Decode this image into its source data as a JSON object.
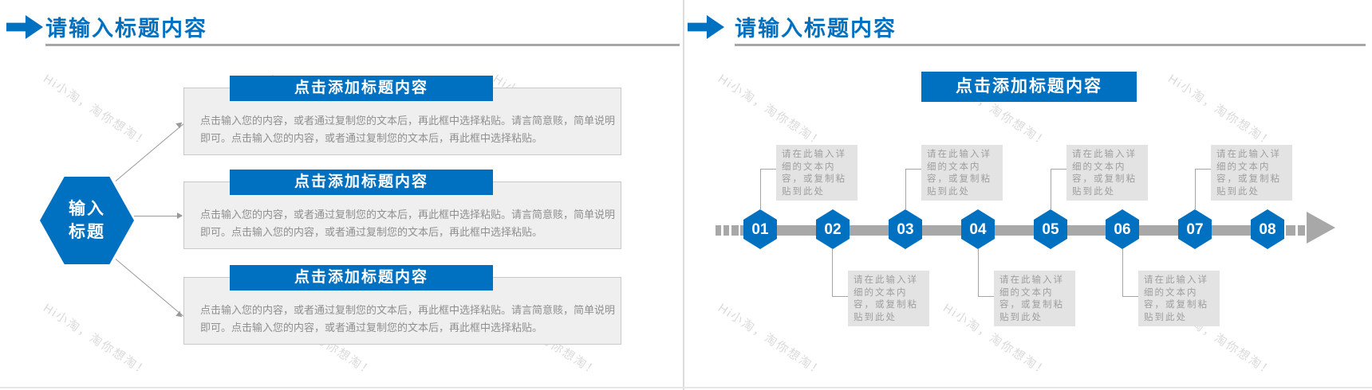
{
  "watermark": {
    "text": "Hi小淘，淘你想淘！"
  },
  "left_slide": {
    "title": "请输入标题内容",
    "hexagon": {
      "line1": "输入",
      "line2": "标题"
    },
    "cards": [
      {
        "header": "点击添加标题内容",
        "body": "点击输入您的内容，或者通过复制您的文本后，再此框中选择粘贴。请言简意赅，简单说明即可。点击输入您的内容，或者通过复制您的文本后，再此框中选择粘贴。"
      },
      {
        "header": "点击添加标题内容",
        "body": "点击输入您的内容，或者通过复制您的文本后，再此框中选择粘贴。请言简意赅，简单说明即可。点击输入您的内容，或者通过复制您的文本后，再此框中选择粘贴。"
      },
      {
        "header": "点击添加标题内容",
        "body": "点击输入您的内容，或者通过复制您的文本后，再此框中选择粘贴。请言简意赅，简单说明即可。点击输入您的内容，或者通过复制您的文本后，再此框中选择粘贴。"
      }
    ]
  },
  "right_slide": {
    "title": "请输入标题内容",
    "banner": "点击添加标题内容",
    "steps": [
      {
        "number": "01",
        "note": "请在此输入详细的文本内容，或复制粘贴到此处",
        "note_position": "top"
      },
      {
        "number": "02",
        "note": "请在此输入详细的文本内容，或复制粘贴到此处",
        "note_position": "bottom"
      },
      {
        "number": "03",
        "note": "请在此输入详细的文本内容，或复制粘贴到此处",
        "note_position": "top"
      },
      {
        "number": "04",
        "note": "请在此输入详细的文本内容，或复制粘贴到此处",
        "note_position": "bottom"
      },
      {
        "number": "05",
        "note": "请在此输入详细的文本内容，或复制粘贴到此处",
        "note_position": "top"
      },
      {
        "number": "06",
        "note": "请在此输入详细的文本内容，或复制粘贴到此处",
        "note_position": "bottom"
      },
      {
        "number": "07",
        "note": "请在此输入详细的文本内容，或复制粘贴到此处",
        "note_position": "top"
      },
      {
        "number": "08",
        "note": "",
        "note_position": "none"
      }
    ]
  },
  "colors": {
    "accent": "#0070c0",
    "timeline_gray": "#a8a8a8",
    "card_bg": "#efefef",
    "note_bg": "#e3e3e3",
    "watermark_gray": "#d7d7d7"
  }
}
